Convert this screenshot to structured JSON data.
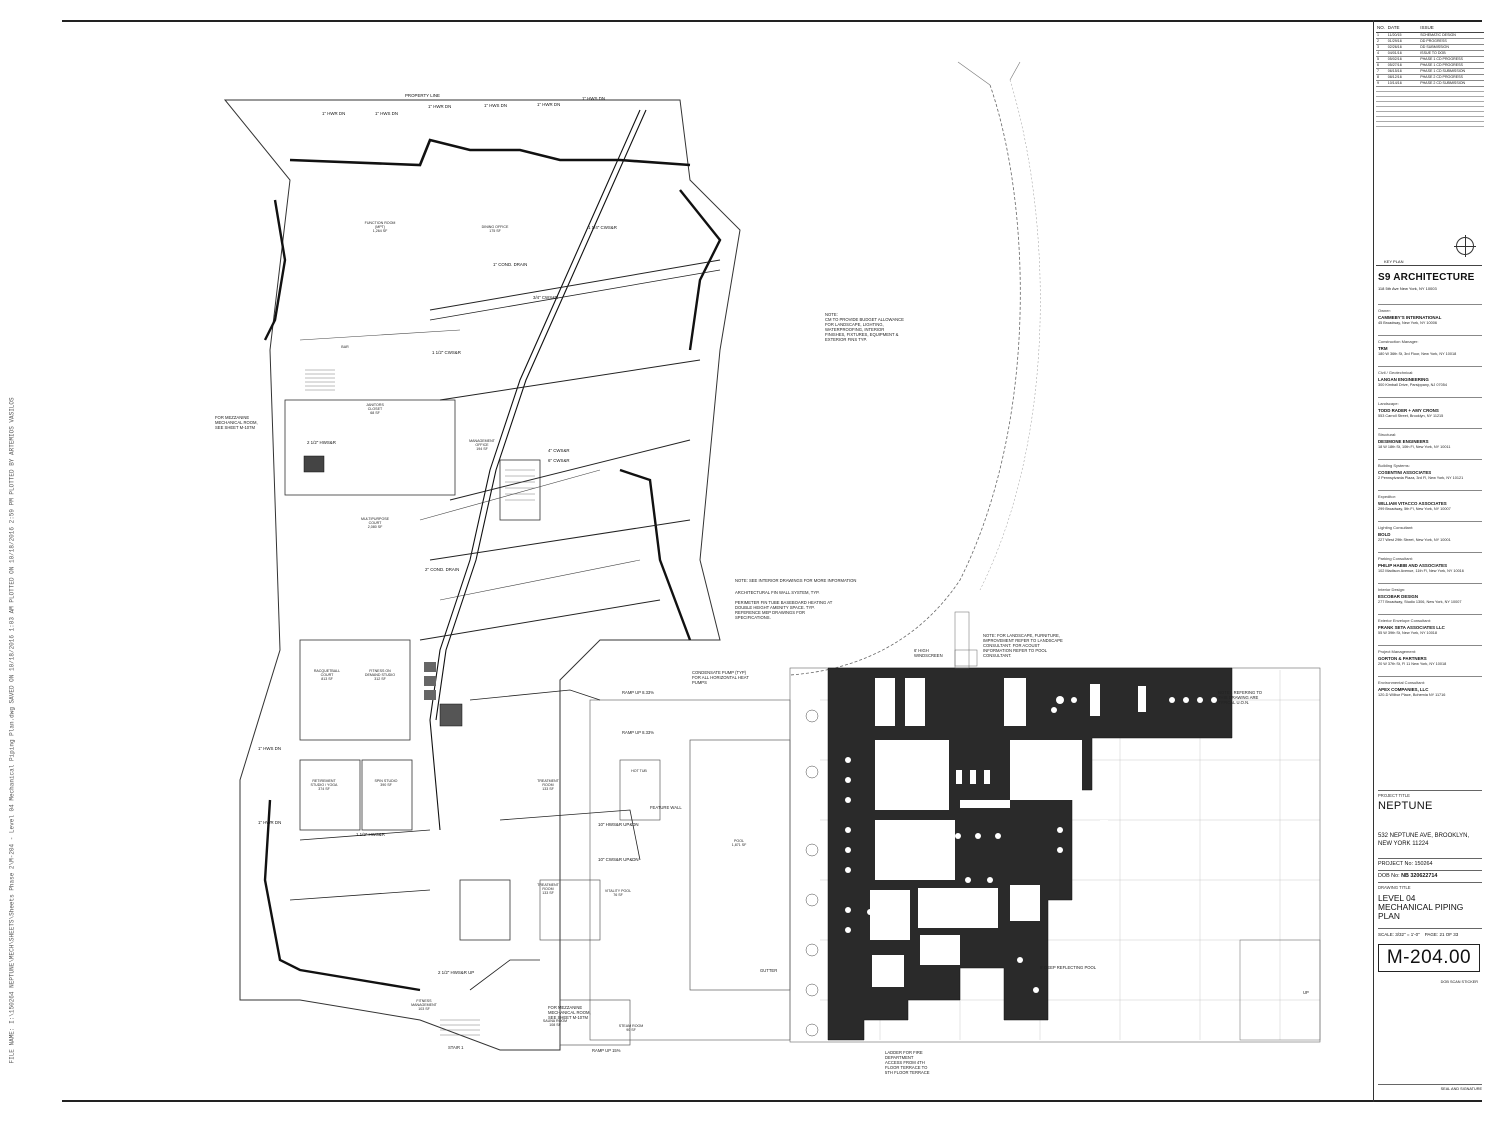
{
  "file_path_stamp": "FILE NAME: I:\\150264 NEPTUNE\\MECH\\SHEETS\\Sheets Phase 2\\M-204 - Level 04 Mechanical Piping Plan.dwg SAVED ON 10/18/2016 1:03 AM PLOTTED ON 10/18/2016 2:59 PM PLOTTED BY ARTEMIOS VASILOS",
  "revisions": {
    "headers": [
      "NO.",
      "DATE",
      "ISSUE"
    ],
    "rows": [
      [
        "1",
        "11/20/15",
        "SCHEMATIC DESIGN"
      ],
      [
        "2",
        "01/29/16",
        "DD PROGRESS"
      ],
      [
        "3",
        "02/26/16",
        "DD SUBMISSION"
      ],
      [
        "4",
        "04/01/16",
        "ISSUE TO DOB"
      ],
      [
        "5",
        "05/02/16",
        "PHASE 1 CD PROGRESS"
      ],
      [
        "6",
        "05/27/16",
        "PHASE 1 CD PROGRESS"
      ],
      [
        "7",
        "06/15/16",
        "PHASE 1 CD SUBMISSION"
      ],
      [
        "8",
        "08/12/16",
        "PHASE 2 CD PROGRESS"
      ],
      [
        "9",
        "10/14/16",
        "PHASE 2 CD SUBMISSION"
      ]
    ]
  },
  "key_plan_label": "KEY PLAN",
  "architect": {
    "name": "S9 ARCHITECTURE",
    "address": "118 5th Ave New York, NY 10003"
  },
  "consultants": [
    {
      "role": "Owner:",
      "firm": "CAMMEBY'S INTERNATIONAL",
      "address": "45 Broadway, New York, NY 10006"
    },
    {
      "role": "Construction Manager:",
      "firm": "TRM",
      "address": "180 W 36th St, 3rd Floor, New York, NY 10018"
    },
    {
      "role": "Civil / Geotechnical:",
      "firm": "LANGAN ENGINEERING",
      "address": "300 Kimball Drive, Parsippany, NJ 07054"
    },
    {
      "role": "Landscape:",
      "firm": "TODD RADER + AMY CRONS",
      "address": "553 Carroll Street, Brooklyn, NY 11215"
    },
    {
      "role": "Structural:",
      "firm": "DESIMONE ENGINEERS",
      "address": "18 W 18th St, 10th Fl, New York, NY 10011"
    },
    {
      "role": "Building Systems:",
      "firm": "COSENTINI ASSOCIATES",
      "address": "2 Pennsylvania Plaza, 3rd Fl, New York, NY 10121"
    },
    {
      "role": "Expeditor:",
      "firm": "WILLIAM VITACCO ASSOCIATES",
      "address": "299 Broadway, 5th Fl, New York, NY 10007"
    },
    {
      "role": "Lighting Consultant:",
      "firm": "BOLD",
      "address": "227 West 29th Street, New York, NY 10001"
    },
    {
      "role": "Parking Consultant:",
      "firm": "PHILIP HABIB AND ASSOCIATES",
      "address": "102 Madison Avenue, 11th Fl, New York, NY 10016"
    },
    {
      "role": "Interior Design:",
      "firm": "ESCOBAR DESIGN",
      "address": "277 Broadway, Studio 1306, New York, NY 10007"
    },
    {
      "role": "Exterior Envelope Consultant:",
      "firm": "FRANK SETA ASSOCIATES LLC",
      "address": "55 W 39th St, New York, NY 10018"
    },
    {
      "role": "Project Management:",
      "firm": "GORTON & PARTNERS",
      "address": "20 W 37th St, Fl 11 New York, NY 10018"
    },
    {
      "role": "Environmental Consultant:",
      "firm": "APEX COMPANIES, LLC",
      "address": "120-D Wilbur Place, Bohemia NY 11716"
    }
  ],
  "project": {
    "title_label": "PROJECT TITLE",
    "title": "NEPTUNE",
    "address": "532 NEPTUNE AVE, BROOKLYN, NEW YORK 11224",
    "project_no_label": "PROJECT No:",
    "project_no": "150264",
    "dob_no_label": "DOB No:",
    "dob_no": "NB 320622714",
    "drawing_title_label": "DRAWING TITLE",
    "drawing_title_1": "LEVEL 04",
    "drawing_title_2": "MECHANICAL PIPING",
    "drawing_title_3": "PLAN",
    "scale_label": "SCALE:",
    "scale": "3/32\" = 1'-0\"",
    "page_label": "PAGE:",
    "page": "21 OF 33",
    "sheet_number": "M-204.00",
    "sticker": "DOB SCAN STICKER",
    "seal": "SEAL AND SIGNATURE"
  },
  "plan_notes": {
    "property_line": "PROPERTY LINE",
    "note_top": "NOTE:\nCM TO PROVIDE BUDGET ALLOWANCE\nFOR LANDSCAPE, LIGHTING,\nWATERPROOFING, INTERIOR\nFINISHES, FIXTURES, EQUIPMENT &\nEXTERIOR FINS TYP.",
    "note_interior": "NOTE: SEE INTERIOR DRAWINGS FOR MORE INFORMATION",
    "note_fin": "ARCHITECTURAL FIN WALL SYSTEM, TYP.",
    "note_perimeter": "PERIMETER FIN TUBE BASEBOARD HEATING AT\nDOUBLE HEIGHT AMENITY SPACE. TYP.\nREFERENCE MEP DRAWINGS FOR\nSPECIFICATIONS.",
    "note_landscape": "NOTE: FOR LANDSCAPE, FURNITURE,\nIMPROVEMENT REFER TO LANDSCAPE\nCONSULTANT. FOR ACOUST\nINFORMATION REFER TO POOL\nCONSULTANT.",
    "note_refer": "NOTES REFERING TO\nTHIS DRAWING ARE\nTYPICAL U.O.N.",
    "note_mezz": "FOR MEZZANINE\nMECHANICAL ROOM,\nSEE SHEET M-107M",
    "note_mezz2": "FOR MEZZANINE\nMECHANICAL ROOM,\nSEE SHEET M-107M",
    "note_condensate": "CONDENSATE PUMP (TYP)\nFOR ALL HORIZONTAL HEAT\nPUMPS",
    "note_ladder": "LADDER FOR FIRE\nDEPARTMENT\nACCESS FROM 4TH\nFLOOR TERRACE TO\n5TH FLOOR TERRACE",
    "windscreen": "6' HIGH\nWINDSCREEN",
    "deep_pool": "6' DEEP REFLECTING POOL",
    "gutter": "GUTTER",
    "ramp_up_1": "RAMP UP 8.33%",
    "ramp_up_2": "RAMP UP 8.33%",
    "ramp_up_3": "RAMP UP 15%",
    "feature_wall": "FEATURE WALL",
    "stair": "STAIR 1",
    "up": "UP"
  },
  "rooms": [
    "FUNCTION ROOM\n(MPT)\n1,264 SF",
    "DINING OFFICE\n175 SF",
    "BAR",
    "MANAGEMENT\nOFFICE\n194 SF",
    "JANITORS\nCLOSET\n68 SF",
    "MULTIPURPOSE\nCOURT\n2,080 SF",
    "RACQUETBALL\nCOURT\n813 SF",
    "FITNESS ON\nDEMAND STUDIO\n312 SF",
    "SPIN STUDIO\n390 SF",
    "RETIREMENT\nSTUDIO / YOGA\n374 SF",
    "FITNESS\nMANAGEMENT\n103 SF",
    "TREATMENT\nROOM\n133 SF",
    "TREATMENT\nROOM\n133 SF",
    "SAUNA ROOM\n108 SF",
    "STEAM ROOM\n90 SF",
    "POOL\n1,871 SF",
    "HOT TUB",
    "VITALITY POOL\n76 SF"
  ],
  "pipe_labels": [
    "1\" HWR DN",
    "1\" HWS DN",
    "1\" HWR DN",
    "1\" HWS DN",
    "1\" HWR DN",
    "1\" HWS DN",
    "3/4\" CWS&R",
    "1 1/4\" CWS&R",
    "2\" COND. DRAIN",
    "1 1/2\" CWS&R",
    "1\" COND. DRAIN",
    "4\" CWS&R",
    "6\" CWS&R",
    "2 1/2\" HWS&R",
    "1\" HWS DN",
    "1\" HWR DN",
    "10\" HWS&R UP&DN",
    "10\" CWS&R UP&DN",
    "2 1/2\" HWS&R UP",
    "1 1/2\" HWS&R"
  ]
}
